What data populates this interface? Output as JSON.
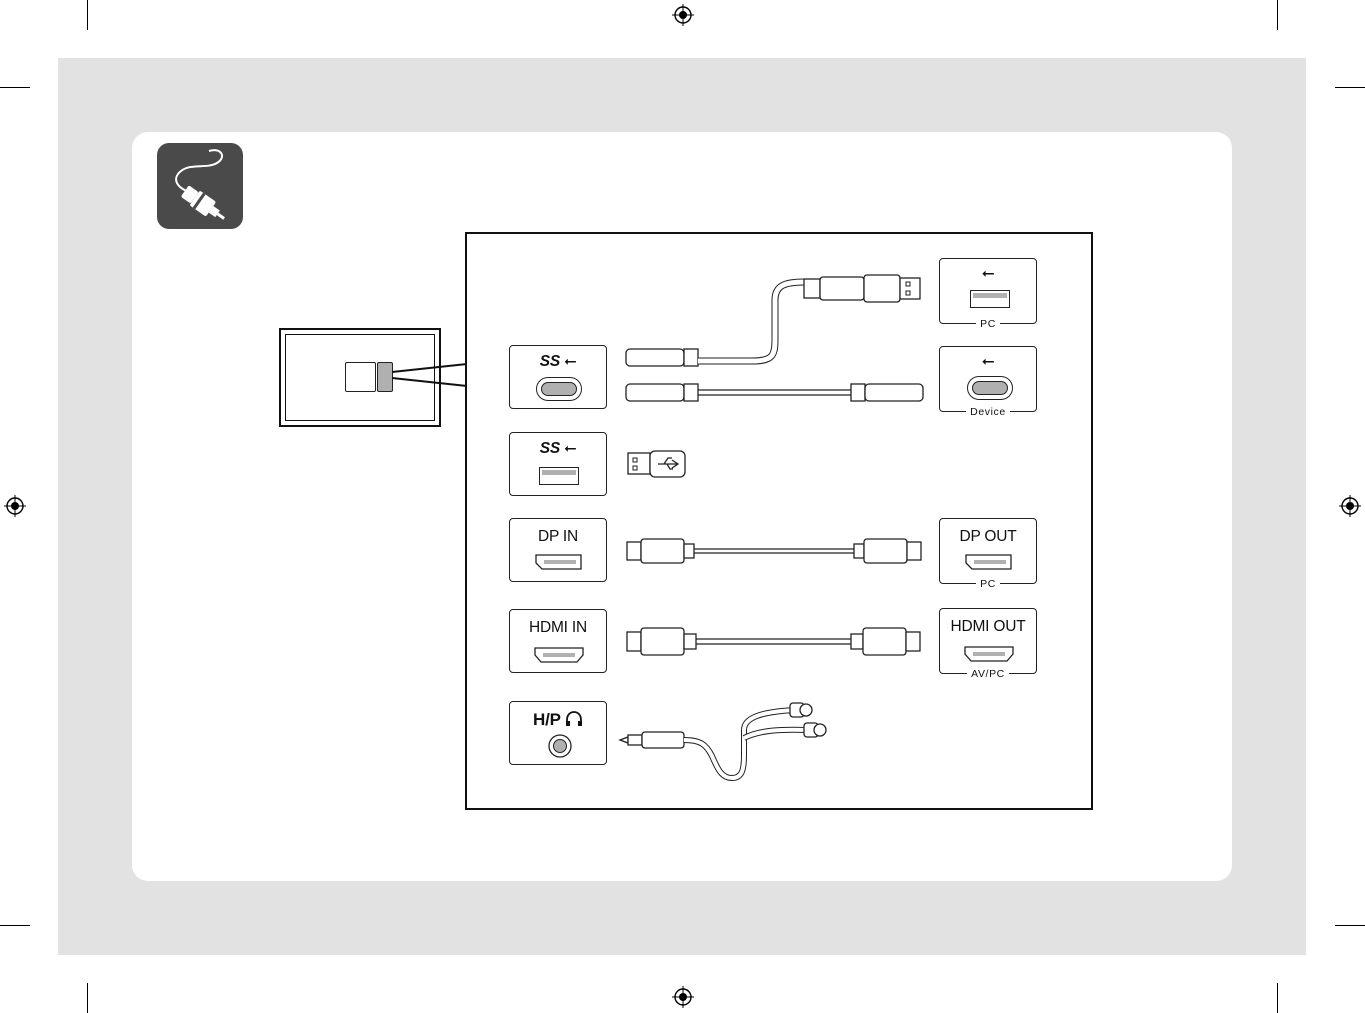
{
  "ports": {
    "usb_c_in": {
      "label": "SS"
    },
    "usb_a_in": {
      "label": "SS"
    },
    "dp_in": {
      "label": "DP IN"
    },
    "hdmi_in": {
      "label": "HDMI IN"
    },
    "hp": {
      "label": "H/P"
    }
  },
  "targets": {
    "pc_usb": {
      "sub": "PC"
    },
    "device_usb_c": {
      "sub": "Device"
    },
    "dp_out": {
      "label": "DP OUT",
      "sub": "PC"
    },
    "hdmi_out": {
      "label": "HDMI OUT",
      "sub": "AV/PC"
    }
  },
  "icons": [
    "cable-badge-icon",
    "usb-icon",
    "usb-superspeed-icon",
    "headphone-icon",
    "usb-flash-drive-icon",
    "registration-mark-icon"
  ],
  "colors": {
    "sheet": "#e2e2e2",
    "badge": "#4a4a4a",
    "line": "#111111",
    "port_fill": "#b0b0b0"
  }
}
